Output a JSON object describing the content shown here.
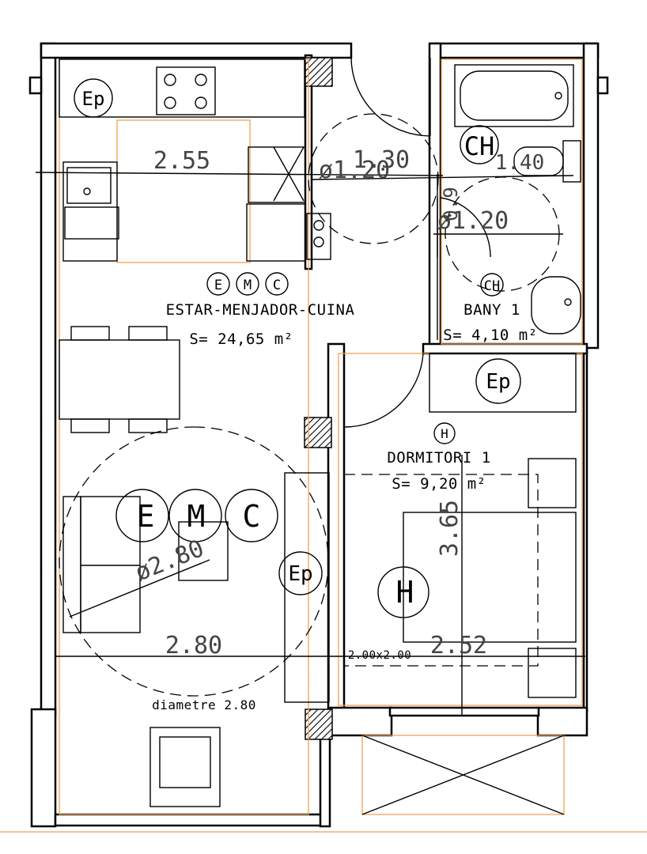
{
  "rooms": {
    "living": {
      "name": "ESTAR-MENJADOR-CUINA",
      "area": "S= 24,65 m²"
    },
    "bath": {
      "name": "BANY 1",
      "area": "S= 4,10 m²"
    },
    "bedroom": {
      "name": "DORMITORI 1",
      "area": "S= 9,20 m²"
    }
  },
  "symbols": {
    "ep": "Ep",
    "ch": "CH",
    "h": "H",
    "e": "E",
    "m": "M",
    "c": "C"
  },
  "dimensions": {
    "kitchen_width": "2.55",
    "turn_circle_1": "ø1.20",
    "turn_circle_1b": "1.30",
    "bath_width": "1.40",
    "bath_turn": "ø1.20",
    "bath_height": "0.9",
    "living_circle": "ø2.80",
    "living_width": "2.80",
    "living_circle_note": "diametre 2.80",
    "bed_size": "2.00x2.00",
    "bedroom_width": "2.52",
    "bedroom_length": "3.65"
  },
  "colors": {
    "wall": "#000000",
    "furniture_outline": "#f0a050"
  }
}
